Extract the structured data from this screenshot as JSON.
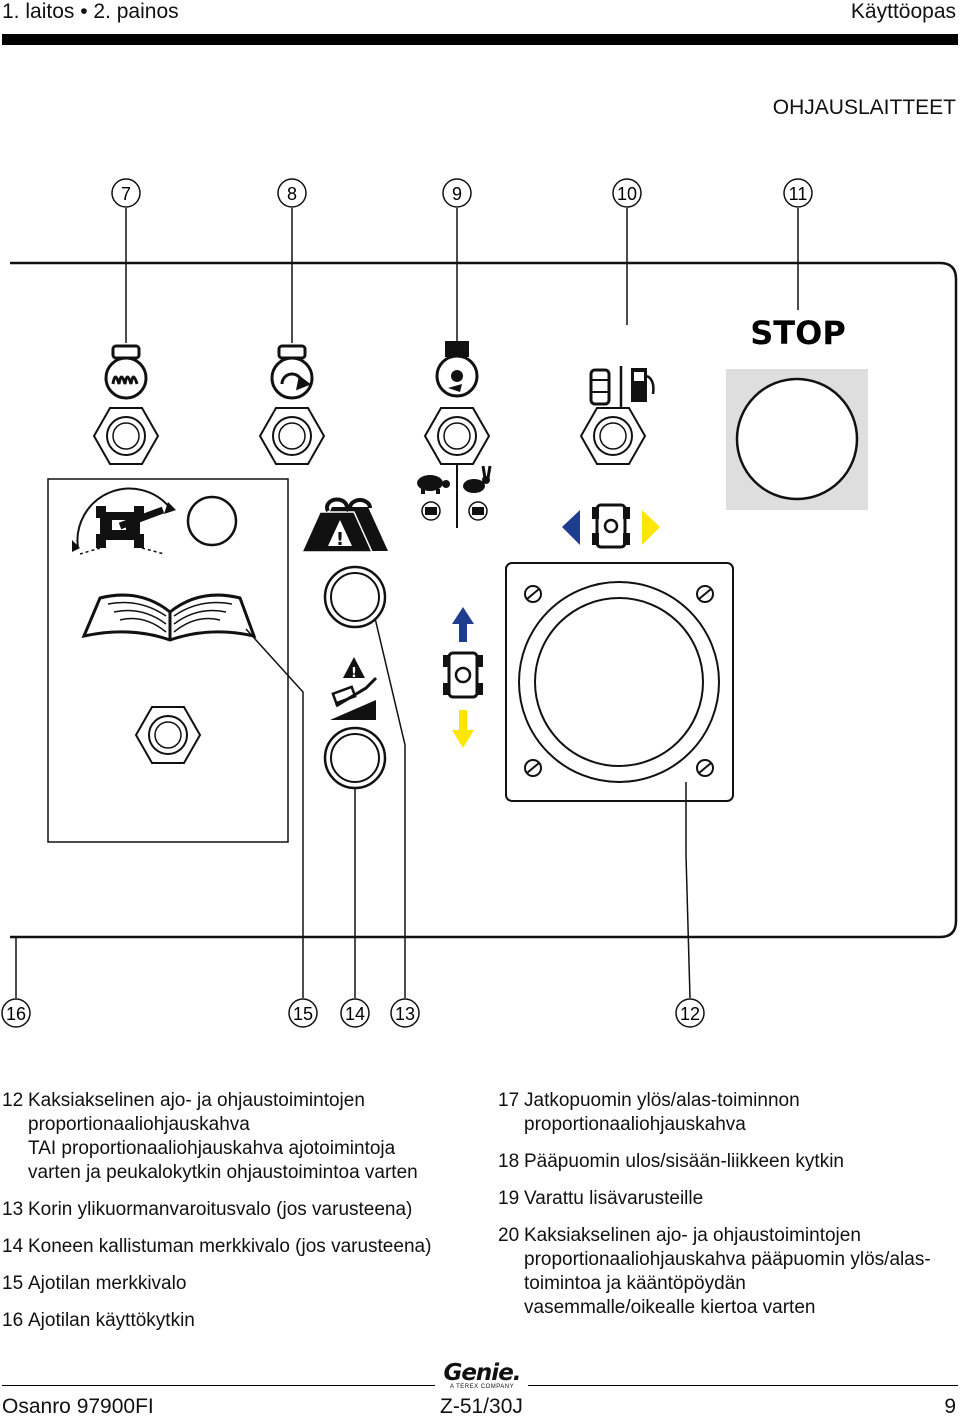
{
  "header": {
    "edition": "1. laitos • 2. painos",
    "manual": "Käyttöopas"
  },
  "section_title": "OHJAUSLAITTEET",
  "callouts_top": [
    "7",
    "8",
    "9",
    "10",
    "11"
  ],
  "callouts_bottom": [
    "16",
    "15",
    "14",
    "13",
    "12"
  ],
  "stop_label": "STOP",
  "legend_left": [
    {
      "num": "12",
      "text": "Kaksiakselinen ajo- ja ohjaustoimintojen\nproportionaaliohjauskahva\nTAI proportionaaliohjauskahva ajotoimintoja\nvarten ja peukalokytkin ohjaustoimintoa varten"
    },
    {
      "num": "13",
      "text": "Korin ylikuormanvaroitusvalo (jos varusteena)"
    },
    {
      "num": "14",
      "text": "Koneen kallistuman merkkivalo (jos varusteena)"
    },
    {
      "num": "15",
      "text": "Ajotilan merkkivalo"
    },
    {
      "num": "16",
      "text": "Ajotilan käyttökytkin"
    }
  ],
  "legend_right": [
    {
      "num": "17",
      "text": "Jatkopuomin ylös/alas-toiminnon\nproportionaaliohjauskahva"
    },
    {
      "num": "18",
      "text": "Pääpuomin ulos/sisään-liikkeen kytkin"
    },
    {
      "num": "19",
      "text": "Varattu lisävarusteille"
    },
    {
      "num": "20",
      "text": "Kaksiakselinen ajo- ja ohjaustoimintojen\nproportionaaliohjauskahva pääpuomin ylös/alas-\ntoimintoa ja kääntöpöydän\nvasemmalle/oikealle kiertoa varten"
    }
  ],
  "footer": {
    "part_no": "Osanro  97900FI",
    "model": "Z-51/30J",
    "page": "9",
    "logo_word": "Genie.",
    "logo_sub": "A TEREX COMPANY"
  },
  "icons": [
    "glow-plug-icon",
    "engine-start-icon",
    "engine-speed-icon",
    "fuel-select-icon",
    "emergency-stop-button",
    "drive-enable-icon",
    "manual-icon",
    "overload-warning-icon",
    "tilt-alarm-icon",
    "turtle-icon",
    "rabbit-icon",
    "drive-direction-arrows-icon",
    "steer-direction-arrows-icon",
    "joystick-icon"
  ],
  "colors": {
    "arrow_blue": "#1f3d8f",
    "arrow_yellow": "#ffe600",
    "stop_bg": "#dedede"
  }
}
